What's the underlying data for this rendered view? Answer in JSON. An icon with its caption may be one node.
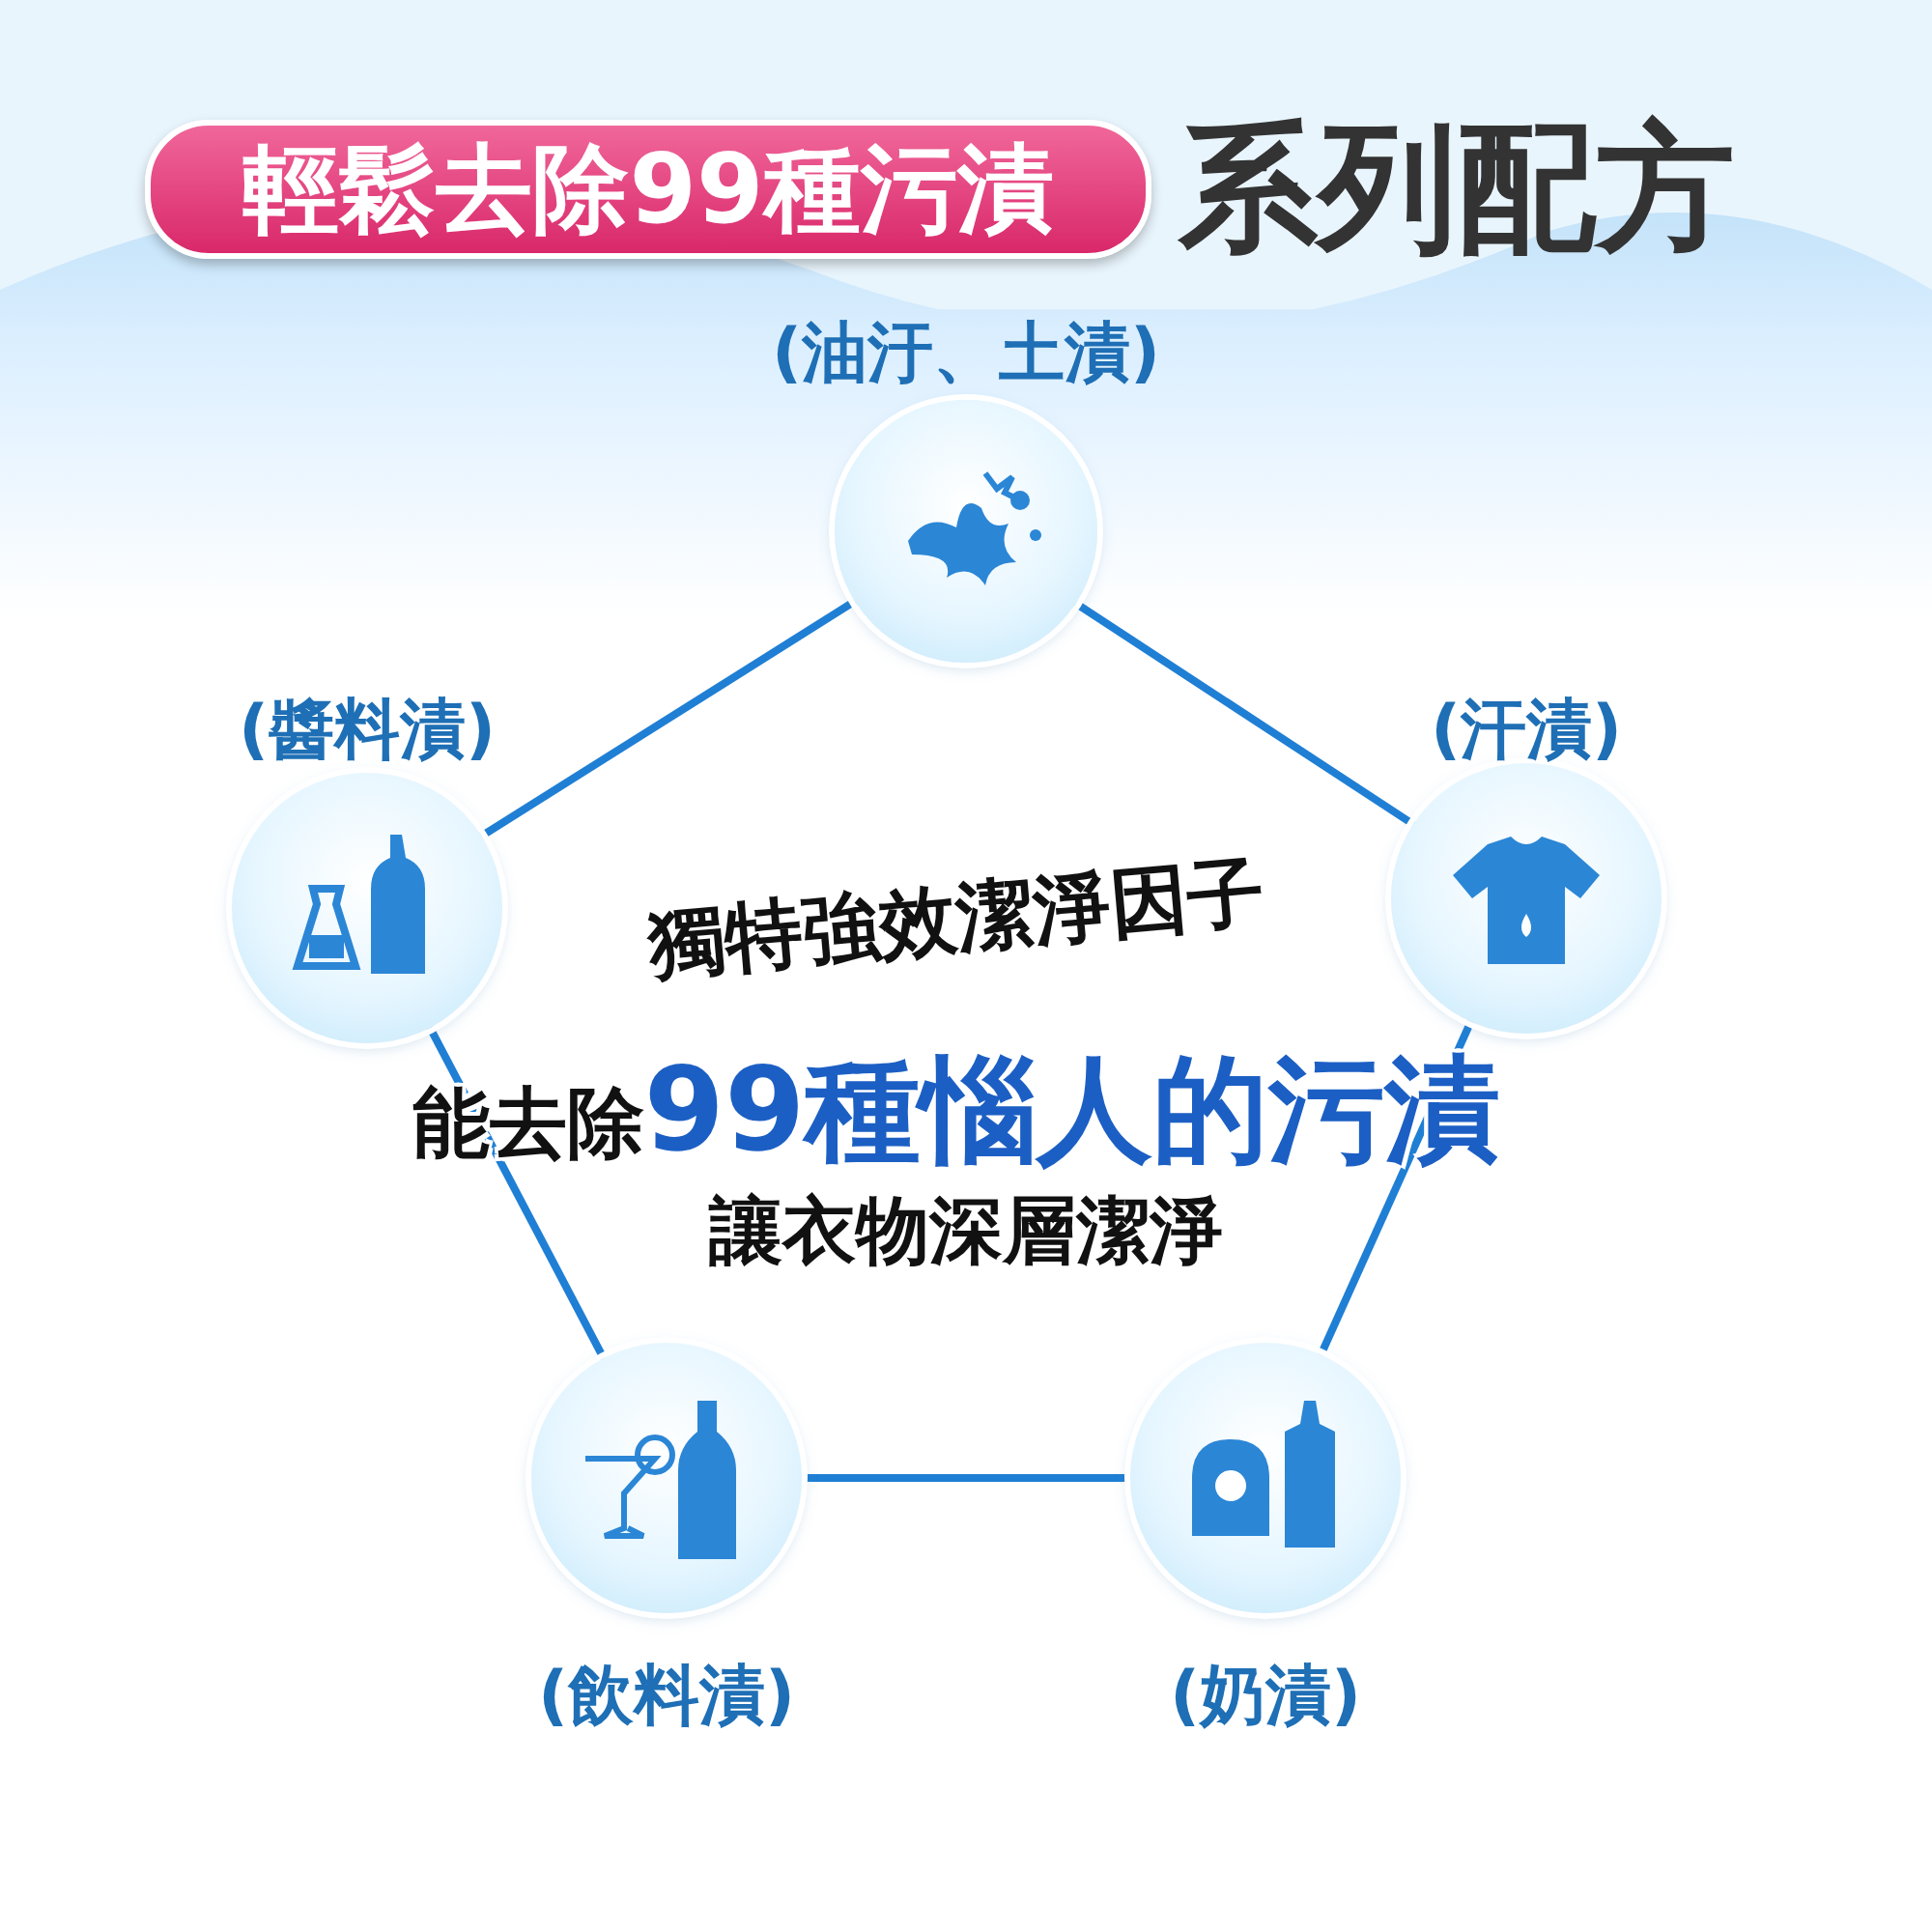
{
  "diagram": {
    "title": "系列配方",
    "nodes": [
      {
        "text": [
          "輕鬆去除99種污漬"
        ]
      },
      {
        "text": [
          "(油汙、土漬)"
        ]
      },
      {
        "text": [
          "(醬料漬)"
        ]
      },
      {
        "text": [
          "(汗漬)"
        ]
      },
      {
        "text": [
          "(飲料漬)"
        ]
      },
      {
        "text": [
          "(奶漬)"
        ]
      }
    ],
    "edges": [
      {
        "from": 1,
        "to": 3,
        "arrow": "none"
      },
      {
        "from": 3,
        "to": 5,
        "arrow": "none"
      },
      {
        "from": 5,
        "to": 4,
        "arrow": "none"
      },
      {
        "from": 4,
        "to": 2,
        "arrow": "none"
      },
      {
        "from": 2,
        "to": 1,
        "arrow": "none"
      }
    ],
    "labels": [
      "獨特強效潔淨因子",
      "能去除**99種惱人的污漬**",
      "讓衣物深層潔淨"
    ]
  }
}
